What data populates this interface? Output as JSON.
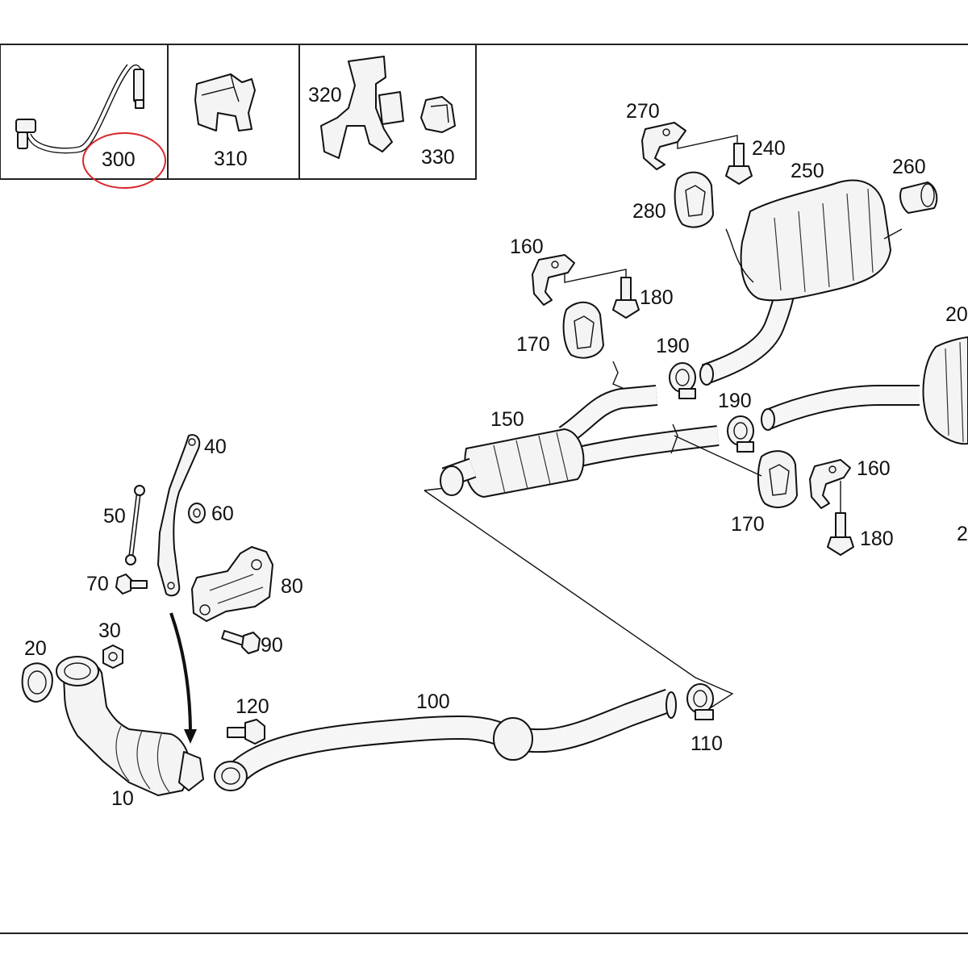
{
  "diagram": {
    "inset_labels": [
      "300",
      "310",
      "320",
      "330"
    ],
    "highlighted_part": "300",
    "highlight_color": "#d9262c",
    "part_labels": {
      "p10": "10",
      "p20": "20",
      "p30": "30",
      "p40": "40",
      "p50": "50",
      "p60": "60",
      "p70": "70",
      "p80": "80",
      "p90": "90",
      "p100": "100",
      "p110": "110",
      "p120": "120",
      "p150": "150",
      "p160a": "160",
      "p160b": "160",
      "p170a": "170",
      "p170b": "170",
      "p180a": "180",
      "p180b": "180",
      "p190a": "190",
      "p190b": "190",
      "p200a": "20",
      "p200b": "2",
      "p240": "240",
      "p250": "250",
      "p260": "260",
      "p270": "270",
      "p280": "280"
    }
  }
}
